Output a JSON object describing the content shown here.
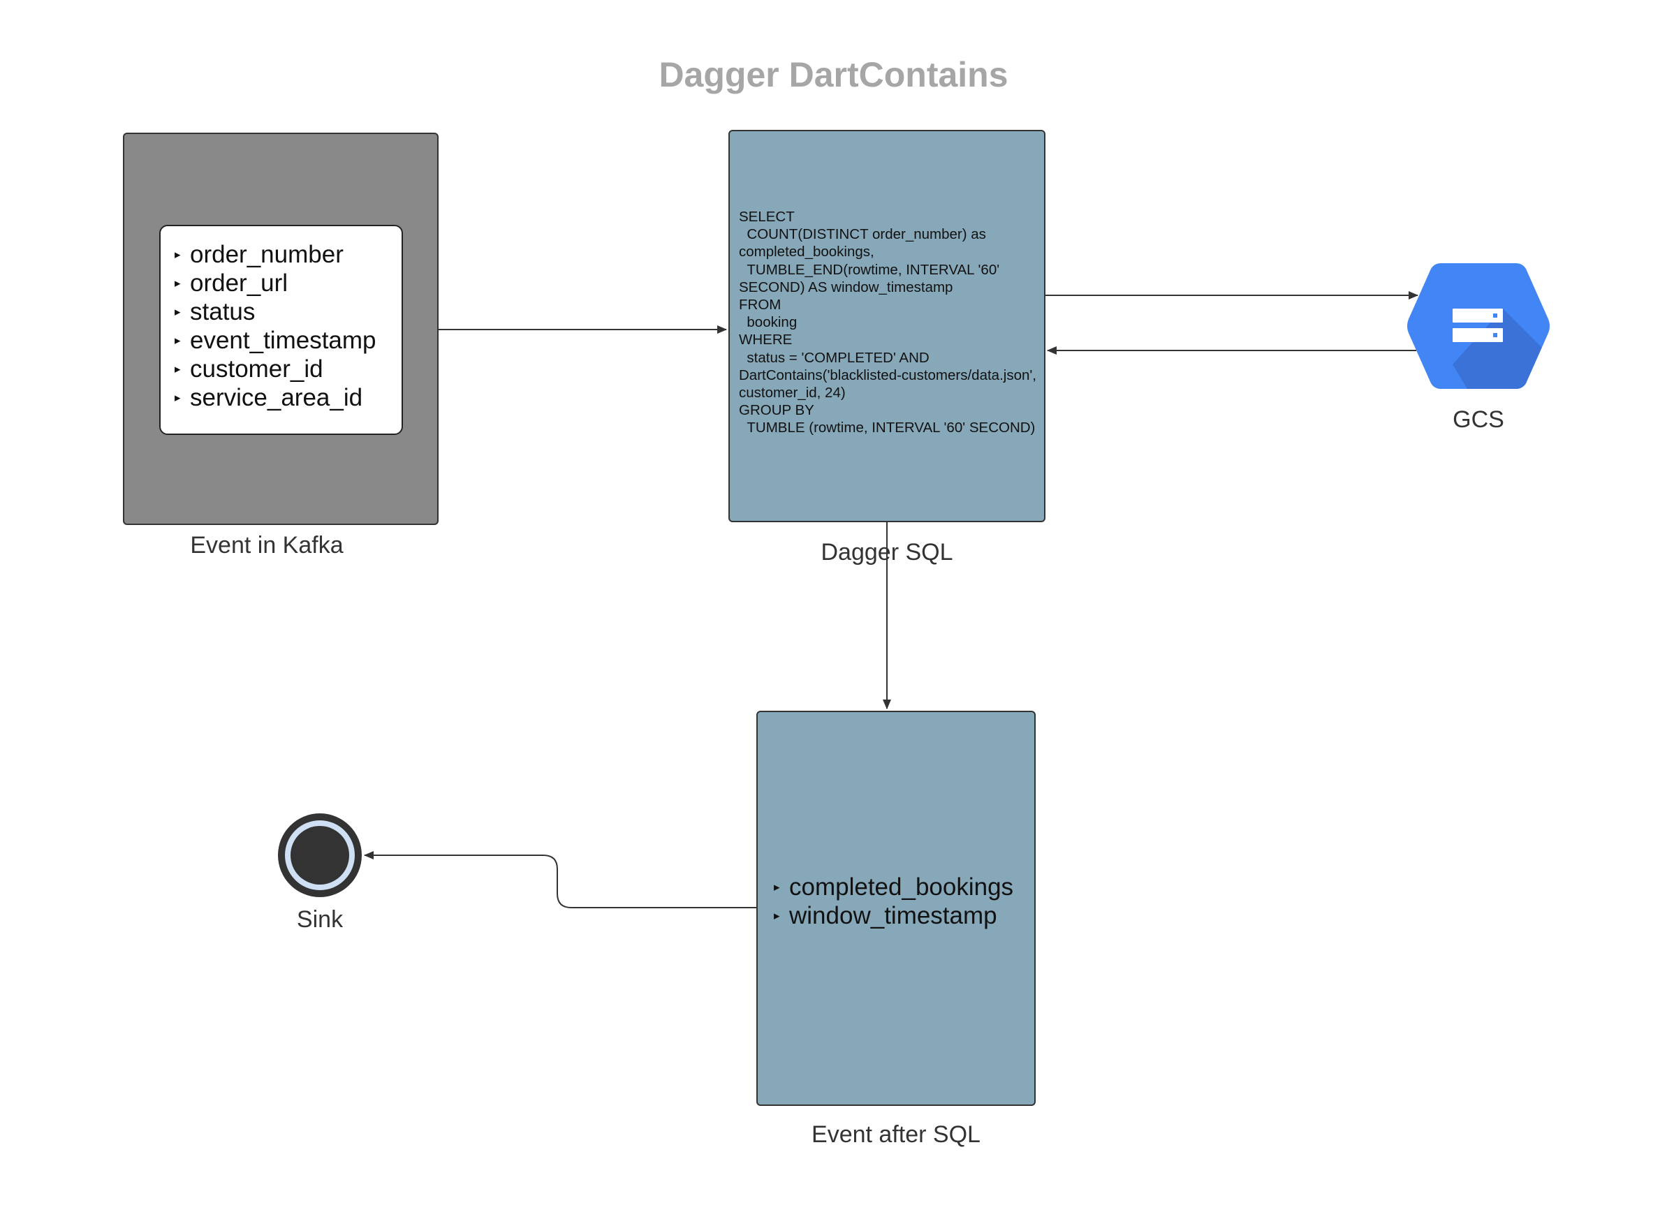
{
  "title": "Dagger DartContains",
  "kafka_event": {
    "label": "Event in Kafka",
    "fields": [
      "order_number",
      "order_url",
      "status",
      "event_timestamp",
      "customer_id",
      "service_area_id"
    ]
  },
  "dagger_sql": {
    "label": "Dagger SQL",
    "query": "SELECT\n  COUNT(DISTINCT order_number) as completed_bookings,\n  TUMBLE_END(rowtime, INTERVAL '60' SECOND) AS window_timestamp\nFROM\n  booking\nWHERE\n  status = 'COMPLETED' AND DartContains('blacklisted-customers/data.json', customer_id, 24)\nGROUP BY\n  TUMBLE (rowtime, INTERVAL '60' SECOND)"
  },
  "gcs": {
    "label": "GCS",
    "icon": "gcs-storage-icon",
    "color": "#4285f4"
  },
  "event_after_sql": {
    "label": "Event after SQL",
    "fields": [
      "completed_bookings",
      "window_timestamp"
    ]
  },
  "sink": {
    "label": "Sink",
    "icon": "end-event-icon"
  },
  "colors": {
    "kafka_box": "#898989",
    "sql_box": "#87a8b9",
    "title": "#a6a6a6"
  }
}
